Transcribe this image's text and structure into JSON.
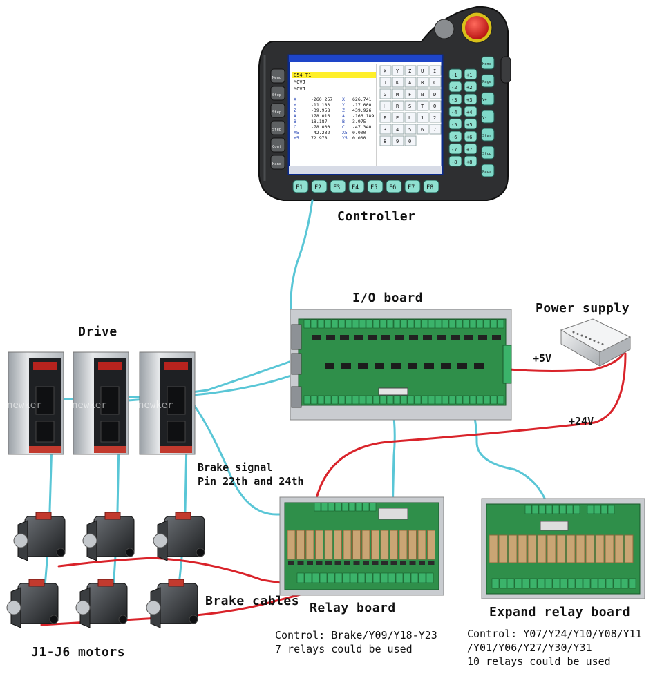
{
  "labels": {
    "controller": "Controller",
    "io_board": "I/O board",
    "power_supply": "Power supply",
    "drive": "Drive",
    "v5": "+5V",
    "v24": "+24V",
    "brake_signal_1": "Brake signal",
    "brake_signal_2": "Pin 22th and 24th",
    "brake_cables": "Brake cables",
    "relay_board": "Relay board",
    "expand_relay_board": "Expand relay board",
    "motors": "J1-J6 motors",
    "relay_note_1": "Control: Brake/Y09/Y18-Y23",
    "relay_note_2": "7 relays could be used",
    "expand_note_1": "Control: Y07/Y24/Y10/Y08/Y11",
    "expand_note_2": "/Y01/Y06/Y27/Y30/Y31",
    "expand_note_3": "10 relays could be used",
    "drive_watermark": "newker"
  },
  "controller_screen": {
    "program_lines": [
      "G54 T1",
      "MOVJ",
      "MOVJ"
    ],
    "coords": [
      {
        "axis": "X",
        "value": "-260.257"
      },
      {
        "axis": "Y",
        "value": "-11.183"
      },
      {
        "axis": "Z",
        "value": "-39.958"
      },
      {
        "axis": "A",
        "value": "178.016"
      },
      {
        "axis": "B",
        "value": "18.187"
      },
      {
        "axis": "C",
        "value": "-78.000"
      },
      {
        "axis": "X5",
        "value": "-42.232"
      },
      {
        "axis": "Y5",
        "value": "72.978"
      }
    ],
    "coords_right": [
      {
        "axis": "X",
        "value": "626.741"
      },
      {
        "axis": "Y",
        "value": "-17.000"
      },
      {
        "axis": "Z",
        "value": "439.926"
      },
      {
        "axis": "A",
        "value": "-166.189"
      },
      {
        "axis": "B",
        "value": "3.975"
      },
      {
        "axis": "C",
        "value": "-47.340"
      },
      {
        "axis": "X5",
        "value": "0.000"
      },
      {
        "axis": "Y5",
        "value": "0.000"
      }
    ],
    "keys": [
      "X",
      "Y",
      "Z",
      "U",
      "I",
      "J",
      "K",
      "A",
      "B",
      "C",
      "G",
      "M",
      "F",
      "N",
      "D",
      "H",
      "R",
      "S",
      "T",
      "O",
      "P",
      "E",
      "L",
      "1",
      "2",
      "3",
      "4",
      "5",
      "6",
      "7",
      "8",
      "9",
      "0"
    ],
    "function_keys": [
      "F1",
      "F2",
      "F3",
      "F4",
      "F5",
      "F6",
      "F7",
      "F8"
    ],
    "side_keys_left": [
      "Menu",
      "Step",
      "Step",
      "Step",
      "Cont",
      "Hand"
    ],
    "side_keys_right": [
      "-1",
      "+1",
      "-2",
      "+2",
      "-3",
      "+3",
      "-4",
      "+4",
      "-5",
      "+5",
      "-6",
      "+6",
      "-7",
      "+7",
      "-8",
      "+8"
    ],
    "side_keys_far": [
      "Home",
      "Page",
      "V+",
      "V-",
      "Start",
      "Stop",
      "Pause"
    ]
  },
  "colors": {
    "signal_cable": "#59c6d6",
    "power_cable": "#d9232a",
    "pcb_green": "#2f8f4a",
    "terminal_green": "#3bb36a",
    "relay_amber": "#c9a574",
    "drive_grey": "#c8ccd0"
  }
}
